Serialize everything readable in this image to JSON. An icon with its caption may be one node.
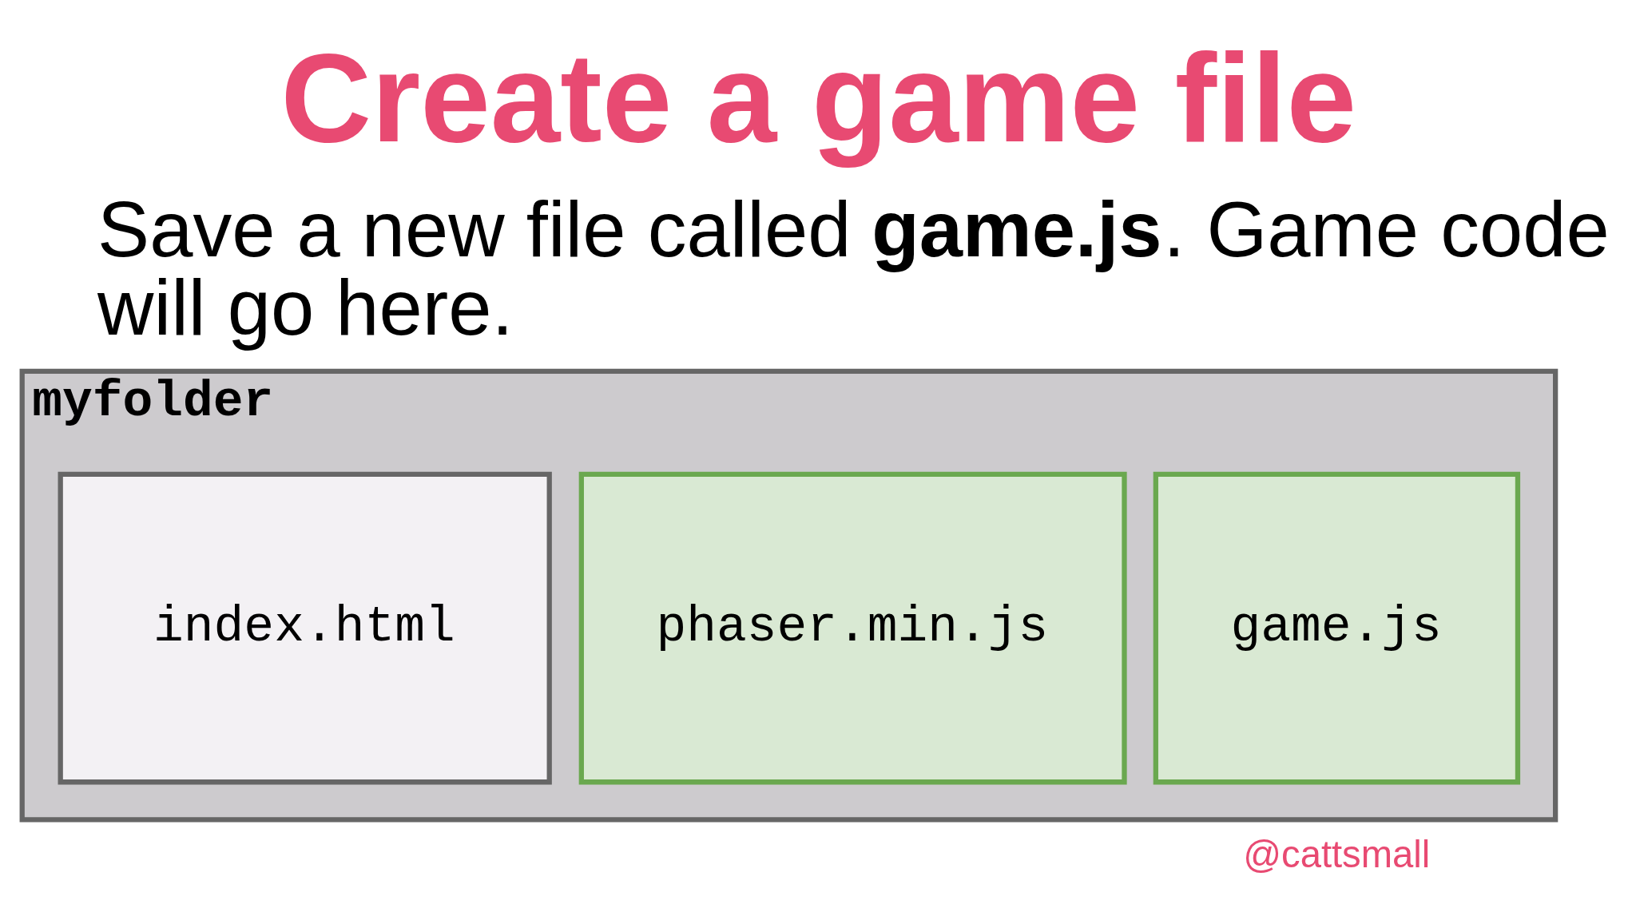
{
  "diagram": {
    "title": "Create a game file",
    "nodes": [
      {
        "text": [
          "myfolder"
        ]
      },
      {
        "text": [
          "index.html"
        ],
        "in": 0
      },
      {
        "text": [
          "phaser.min.js"
        ],
        "in": 0
      },
      {
        "text": [
          "game.js"
        ],
        "in": 0
      }
    ],
    "edges": [],
    "labels": [
      "Save a new file called **game.js**. Game code will go here.",
      "@cattsmall"
    ]
  }
}
